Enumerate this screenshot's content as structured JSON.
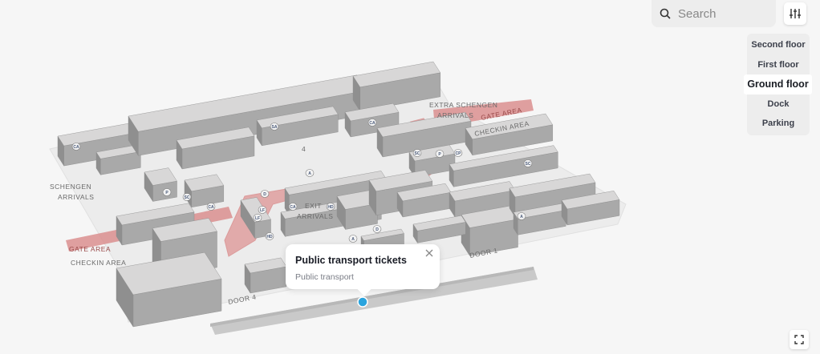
{
  "search": {
    "placeholder": "Search"
  },
  "floors": [
    {
      "label": "Second floor",
      "active": false
    },
    {
      "label": "First floor",
      "active": false
    },
    {
      "label": "Ground floor",
      "active": true
    },
    {
      "label": "Dock",
      "active": false
    },
    {
      "label": "Parking",
      "active": false
    }
  ],
  "popup": {
    "title": "Public transport tickets",
    "subtitle": "Public transport"
  },
  "map_labels": {
    "extra_schengen_1": "EXTRA SCHENGEN",
    "extra_schengen_2": "ARRIVALS",
    "gate_area_right": "GATE AREA",
    "checkin_area_right": "CHECKIN AREA",
    "schengen_1": "SCHENGEN",
    "schengen_2": "ARRIVALS",
    "exit_1": "EXIT",
    "exit_2": "ARRIVALS",
    "gate_area_left": "GATE AREA",
    "checkin_area_left": "CHECKIN AREA",
    "door_1": "DOOR 1",
    "door_4": "DOOR 4",
    "hall_4": "4"
  },
  "pois": [
    "CA",
    "HD",
    "LF",
    "SC",
    "D",
    "A",
    "SA",
    "CP",
    "P",
    "CA",
    "SC",
    "A",
    "D",
    "LF",
    "CA",
    "HD",
    "SC",
    "P",
    "CA",
    "A"
  ],
  "colors": {
    "accent": "#2aa4de",
    "highlight": "#d9534f"
  }
}
